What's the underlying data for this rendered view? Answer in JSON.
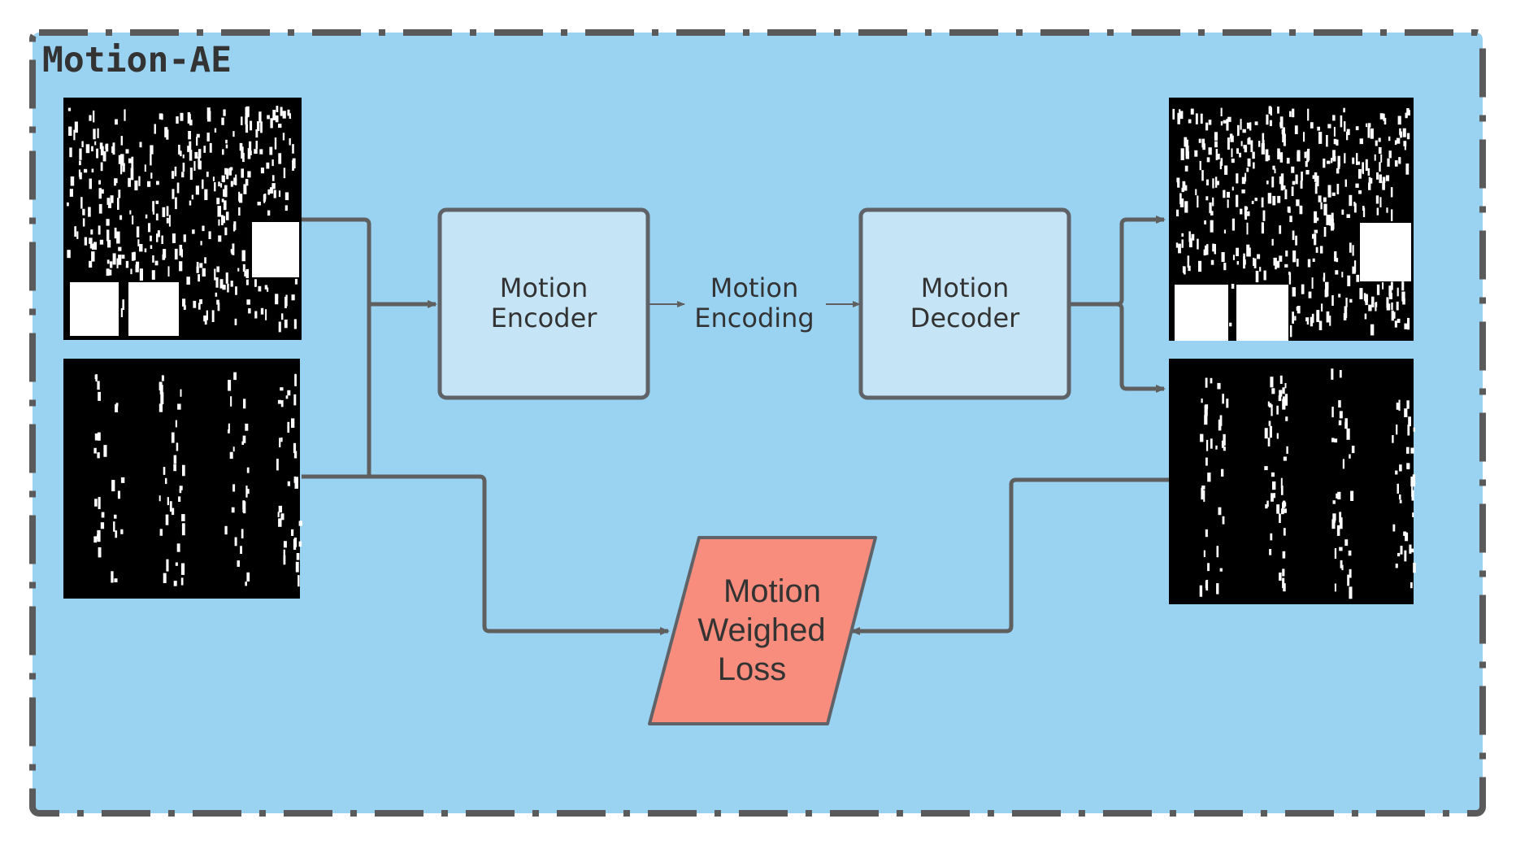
{
  "title": "Motion-AE",
  "nodes": {
    "encoder": [
      "Motion",
      "Encoder"
    ],
    "encoding": [
      "Motion",
      "Encoding"
    ],
    "decoder": [
      "Motion",
      "Decoder"
    ],
    "loss": [
      "Motion",
      "Weighed",
      "Loss"
    ]
  },
  "colors": {
    "background": "#9ad2f2",
    "border": "#5a5a5a",
    "box_fill": "#c5e5f7",
    "box_stroke": "#5f6368",
    "loss_fill": "#f88d7e",
    "arrow": "#5f5f5f",
    "image_bg": "#000000",
    "image_marks": "#ffffff"
  },
  "images": {
    "input_masked": "masked-input-image",
    "input_target": "input-motion-image",
    "output_reconstructed": "reconstructed-output-image",
    "output_motion": "output-motion-image"
  }
}
